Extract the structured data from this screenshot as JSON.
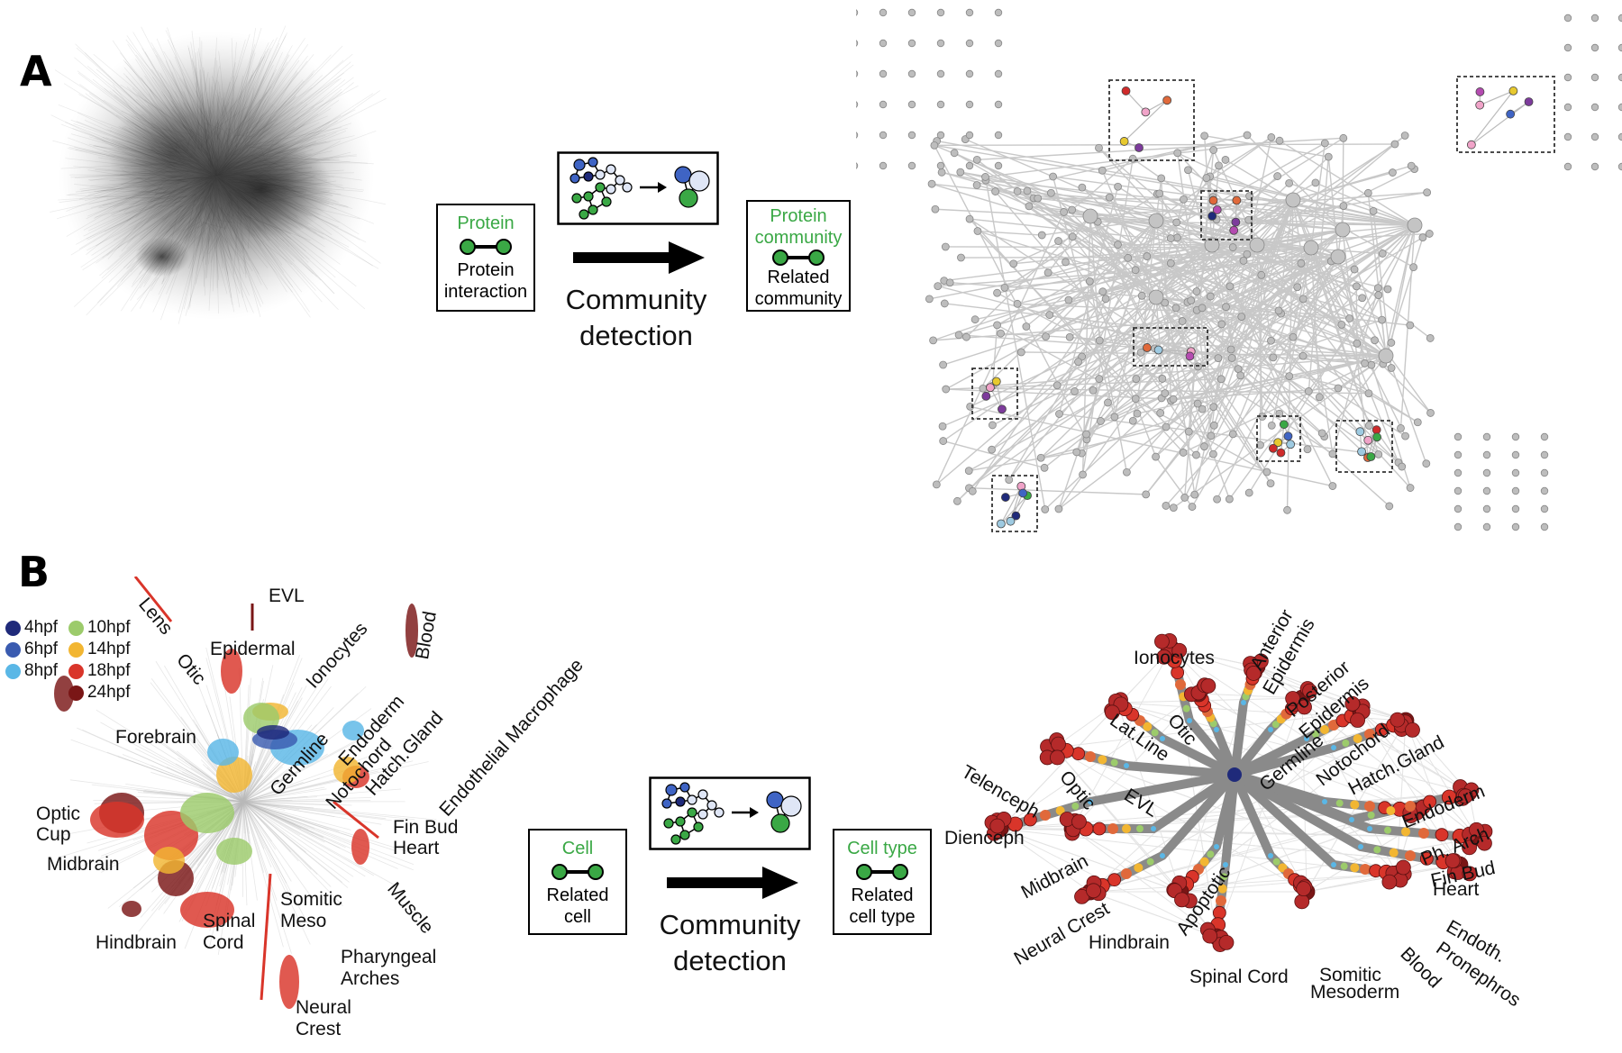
{
  "panel_a": {
    "letter": "A",
    "legend_box": {
      "node_label": "Protein",
      "edge_label_1": "Protein",
      "edge_label_2": "interaction"
    },
    "arrow_label_1": "Community",
    "arrow_label_2": "detection",
    "result_box": {
      "node_label_1": "Protein",
      "node_label_2": "community",
      "edge_label_1": "Related",
      "edge_label_2": "community"
    }
  },
  "panel_b": {
    "letter": "B",
    "legend": [
      {
        "label": "4hpf",
        "color": "#1f2a7a"
      },
      {
        "label": "6hpf",
        "color": "#3a5bb0"
      },
      {
        "label": "8hpf",
        "color": "#5ab7e6"
      },
      {
        "label": "10hpf",
        "color": "#9ccb6b"
      },
      {
        "label": "14hpf",
        "color": "#f2b632"
      },
      {
        "label": "18hpf",
        "color": "#d9352a"
      },
      {
        "label": "24hpf",
        "color": "#7a1616"
      }
    ],
    "embedding_labels": {
      "lens": "Lens",
      "evl": "EVL",
      "otic": "Otic",
      "epidermal": "Epidermal",
      "ionocytes": "Ionocytes",
      "blood": "Blood",
      "endoderm": "Endoderm",
      "germline": "Germline",
      "notochord": "Notochord",
      "hatch_gland": "Hatch.Gland",
      "endothelial_macrophage": "Endothelial Macrophage",
      "forebrain": "Forebrain",
      "optic_cup_1": "Optic",
      "optic_cup_2": "Cup",
      "midbrain": "Midbrain",
      "fin_bud": "Fin Bud",
      "heart": "Heart",
      "somitic_meso_1": "Somitic",
      "somitic_meso_2": "Meso",
      "spinal_cord_1": "Spinal",
      "spinal_cord_2": "Cord",
      "hindbrain": "Hindbrain",
      "muscle": "Muscle",
      "pharyngeal_1": "Pharyngeal",
      "pharyngeal_2": "Arches",
      "neural_crest_1": "Neural",
      "neural_crest_2": "Crest"
    },
    "legend_box": {
      "node_label": "Cell",
      "edge_label_1": "Related",
      "edge_label_2": "cell"
    },
    "arrow_label_1": "Community",
    "arrow_label_2": "detection",
    "result_box": {
      "node_label": "Cell type",
      "edge_label_1": "Related",
      "edge_label_2": "cell type"
    },
    "tree_labels": {
      "ionocytes": "Ionocytes",
      "anterior_epidermis_1": "Anterior",
      "anterior_epidermis_2": "Epidermis",
      "posterior_epidermis_1": "Posterior",
      "posterior_epidermis_2": "Epidermis",
      "lat_line": "Lat.Line",
      "otic": "Otic",
      "germline": "Germline",
      "notochord": "Notochord",
      "hatch_gland": "Hatch.Gland",
      "telenceph": "Telenceph",
      "optic": "Optic",
      "evl": "EVL",
      "endoderm": "Endoderm",
      "dienceph": "Dienceph",
      "ph_arch": "Ph. Arch",
      "fin_bud": "Fin Bud",
      "heart": "Heart",
      "midbrain": "Midbrain",
      "apoptotic": "Apoptotic",
      "neural_crest": "Neural Crest",
      "hindbrain": "Hindbrain",
      "endoth": "Endoth.",
      "pronephros": "Pronephros",
      "blood": "Blood",
      "spinal_cord": "Spinal Cord",
      "somitic_1": "Somitic",
      "somitic_2": "Mesoderm"
    }
  }
}
